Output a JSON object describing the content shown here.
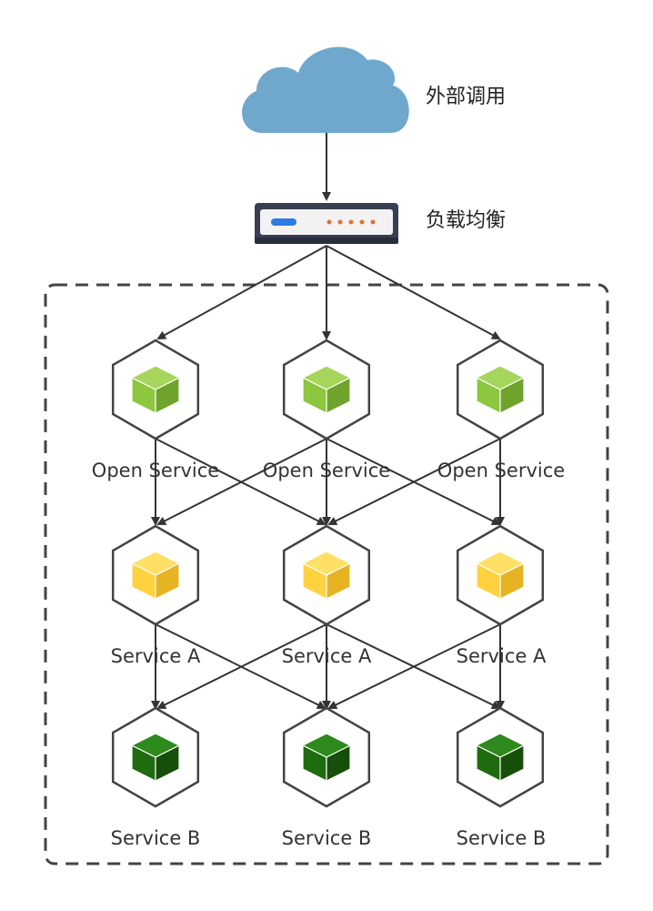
{
  "labels": {
    "external_call": "外部调用",
    "load_balancer": "负载均衡"
  },
  "tiers": {
    "open_service": {
      "label": "Open Service",
      "cube_color": "#8DC63F",
      "cube_top": "#A5D55A",
      "cube_dark": "#6FA32C"
    },
    "service_a": {
      "label": "Service A",
      "cube_color": "#FFD23F",
      "cube_top": "#FFE066",
      "cube_dark": "#E6B422"
    },
    "service_b": {
      "label": "Service B",
      "cube_color": "#1F6B0F",
      "cube_top": "#2E8A1C",
      "cube_dark": "#154F09"
    }
  },
  "colors": {
    "cloud": "#6FA8CC",
    "arrow": "#333333",
    "hexagon_stroke": "#444444",
    "dashed_border": "#444444",
    "lb_body": "#3A3E52",
    "lb_face": "#F2F2F2",
    "lb_indicator": "#2F7BE0",
    "lb_dots": "#E0703A"
  },
  "icons": {
    "cloud": "cloud-icon",
    "load_balancer": "load-balancer-icon",
    "service_node": "cube-hexagon-icon"
  }
}
